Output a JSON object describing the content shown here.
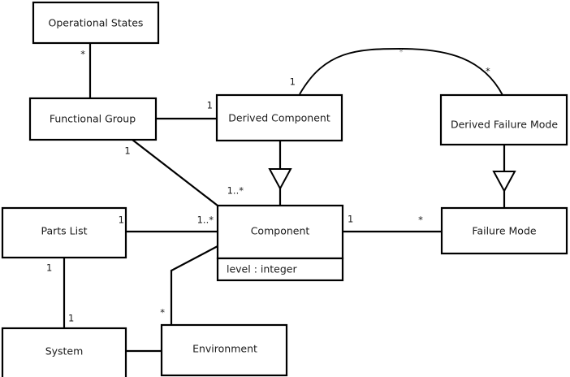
{
  "diagram": {
    "kind": "uml-class-diagram",
    "background_color": "#ffffff",
    "line_color": "#000000",
    "text_color": "#1a1a1a",
    "classes": [
      {
        "id": "operational-states",
        "name": "Operational States"
      },
      {
        "id": "functional-group",
        "name": "Functional Group"
      },
      {
        "id": "derived-component",
        "name": "Derived Component"
      },
      {
        "id": "derived-failure-mode",
        "name": "Derived Failure Mode"
      },
      {
        "id": "parts-list",
        "name": "Parts List"
      },
      {
        "id": "component",
        "name": "Component",
        "attribute": "level : integer"
      },
      {
        "id": "failure-mode",
        "name": "Failure Mode"
      },
      {
        "id": "system",
        "name": "System"
      },
      {
        "id": "environment",
        "name": "Environment"
      }
    ],
    "multiplicities": {
      "operational_states_to_functional_group": "*",
      "functional_group_to_derived_component": "1",
      "functional_group_to_component": "1",
      "component_from_functional_group": "1..*",
      "derived_component_arc_source": "1",
      "derived_failure_mode_arc_target": "*",
      "derived_component_arc_apex": "*",
      "parts_list_to_component_left": "1",
      "parts_list_to_component_right": "1..*",
      "component_to_failure_mode_left": "1",
      "component_to_failure_mode_right": "*",
      "parts_list_to_system_top": "1",
      "parts_list_to_system_bottom": "1",
      "environment_to_component": "*"
    }
  }
}
